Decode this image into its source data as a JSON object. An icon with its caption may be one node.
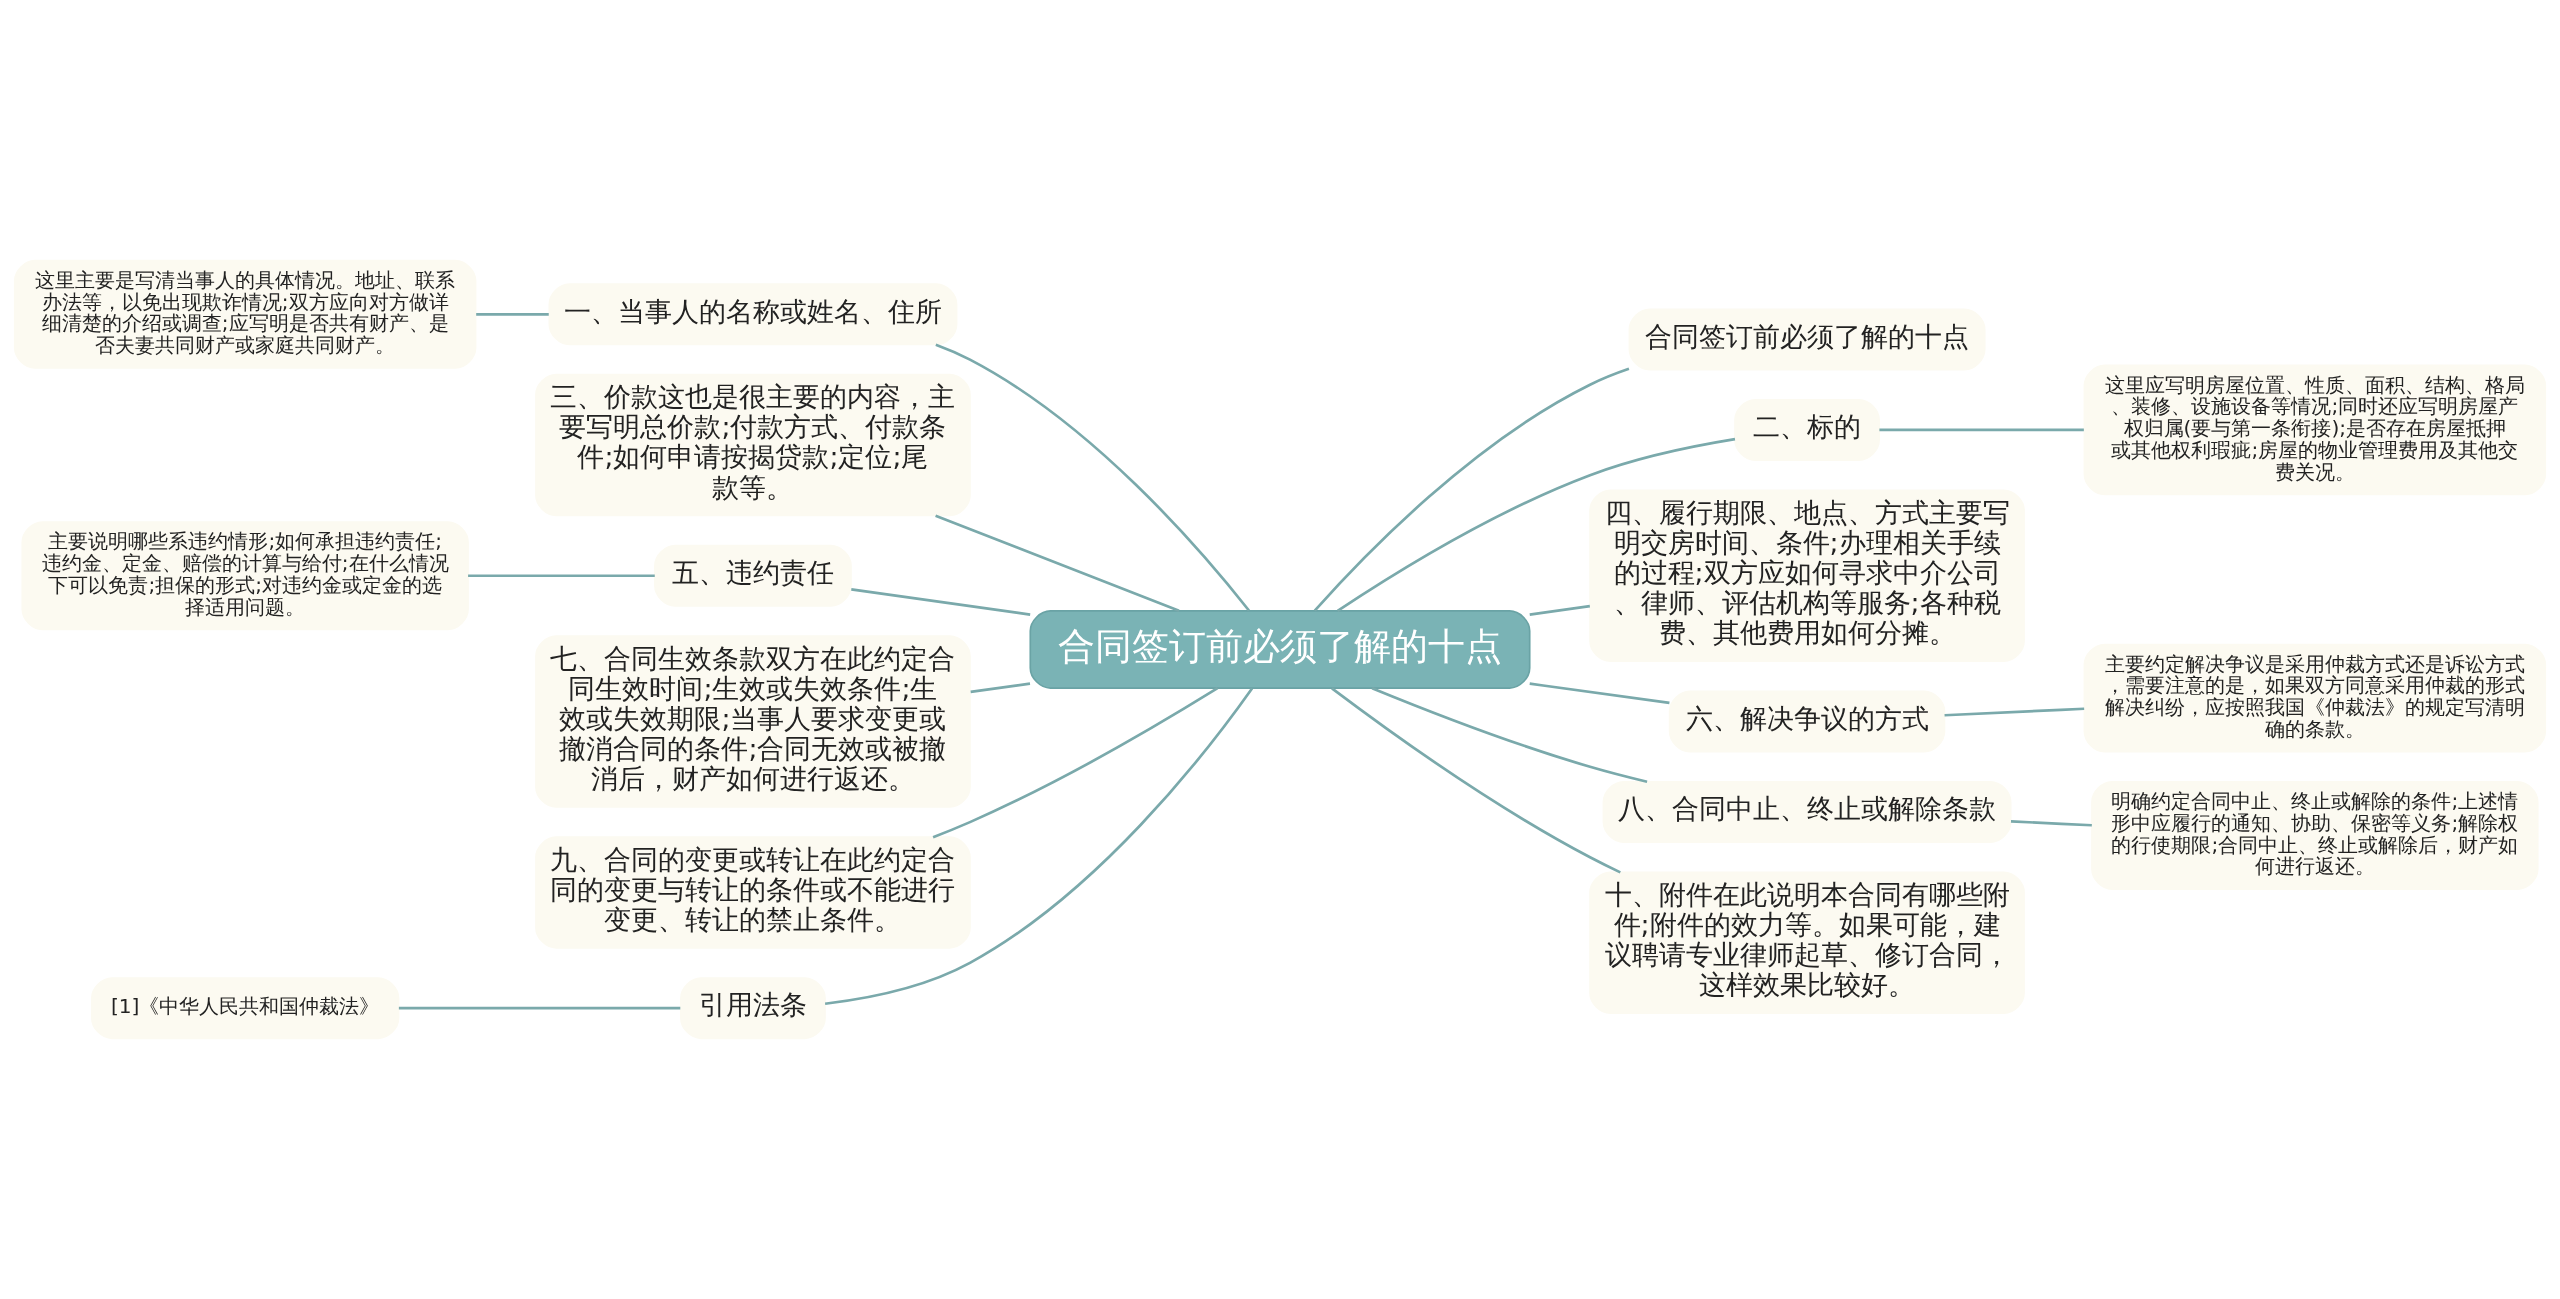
{
  "diagram": {
    "nodes": [
      {
        "text": [
          "合同签订前必须了解的十点"
        ]
      },
      {
        "text": [
          "一、当事人的名称或姓名、住所"
        ]
      },
      {
        "text": [
          "这里主要是写清当事人的具体情况。地址、联系办法等，以免出现欺诈情况;双方应向对方做详细清楚的介绍或调查;应写明是否共有财产、是否夫妻共同财产或家庭共同财产。"
        ]
      },
      {
        "text": [
          "三、价款这也是很主要的内容，主要写明总价款;付款方式、付款条件;如何申请按揭贷款;定位;尾款等。"
        ]
      },
      {
        "text": [
          "五、违约责任"
        ]
      },
      {
        "text": [
          "主要说明哪些系违约情形;如何承担违约责任;违约金、定金、赔偿的计算与给付;在什么情况下可以免责;担保的形式;对违约金或定金的选择适用问题。"
        ]
      },
      {
        "text": [
          "七、合同生效条款双方在此约定合同生效时间;生效或失效条件;生效或失效期限;当事人要求变更或撤消合同的条件;合同无效或被撤消后，财产如何进行返还。"
        ]
      },
      {
        "text": [
          "九、合同的变更或转让在此约定合同的变更与转让的条件或不能进行变更、转让的禁止条件。"
        ]
      },
      {
        "text": [
          "引用法条"
        ]
      },
      {
        "text": [
          "[1]《中华人民共和国仲裁法》"
        ]
      },
      {
        "text": [
          "合同签订前必须了解的十点"
        ]
      },
      {
        "text": [
          "二、标的"
        ]
      },
      {
        "text": [
          "这里应写明房屋位置、性质、面积、结构、格局、装修、设施设备等情况;同时还应写明房屋产权归属(要与第一条衔接);是否存在房屋抵押或其他权利瑕疵;房屋的物业管理费用及其他交费关况。"
        ]
      },
      {
        "text": [
          "四、履行期限、地点、方式主要写明交房时间、条件;办理相关手续的过程;双方应如何寻求中介公司、律师、评估机构等服务;各种税费、其他费用如何分摊。"
        ]
      },
      {
        "text": [
          "六、解决争议的方式"
        ]
      },
      {
        "text": [
          "主要约定解决争议是采用仲裁方式还是诉讼方式，需要注意的是，如果双方同意采用仲裁的形式解决纠纷，应按照我国《仲裁法》的规定写清明确的条款。"
        ]
      },
      {
        "text": [
          "八、合同中止、终止或解除条款"
        ]
      },
      {
        "text": [
          "明确约定合同中止、终止或解除的条件;上述情形中应履行的通知、协助、保密等义务;解除权的行使期限;合同中止、终止或解除后，财产如何进行返还。"
        ]
      },
      {
        "text": [
          "十、附件在此说明本合同有哪些附件;附件的效力等。如果可能，建议聘请专业律师起草、修订合同，这样效果比较好。"
        ]
      }
    ],
    "edges": [
      {
        "from": 0,
        "to": 1,
        "arrow": "none"
      },
      {
        "from": 1,
        "to": 2,
        "arrow": "none"
      },
      {
        "from": 0,
        "to": 3,
        "arrow": "none"
      },
      {
        "from": 0,
        "to": 4,
        "arrow": "none"
      },
      {
        "from": 4,
        "to": 5,
        "arrow": "none"
      },
      {
        "from": 0,
        "to": 6,
        "arrow": "none"
      },
      {
        "from": 0,
        "to": 7,
        "arrow": "none"
      },
      {
        "from": 0,
        "to": 8,
        "arrow": "none"
      },
      {
        "from": 8,
        "to": 9,
        "arrow": "none"
      },
      {
        "from": 0,
        "to": 10,
        "arrow": "none"
      },
      {
        "from": 0,
        "to": 11,
        "arrow": "none"
      },
      {
        "from": 11,
        "to": 12,
        "arrow": "none"
      },
      {
        "from": 0,
        "to": 13,
        "arrow": "none"
      },
      {
        "from": 0,
        "to": 14,
        "arrow": "none"
      },
      {
        "from": 14,
        "to": 15,
        "arrow": "none"
      },
      {
        "from": 0,
        "to": 16,
        "arrow": "none"
      },
      {
        "from": 16,
        "to": 17,
        "arrow": "none"
      },
      {
        "from": 0,
        "to": 18,
        "arrow": "none"
      }
    ]
  }
}
